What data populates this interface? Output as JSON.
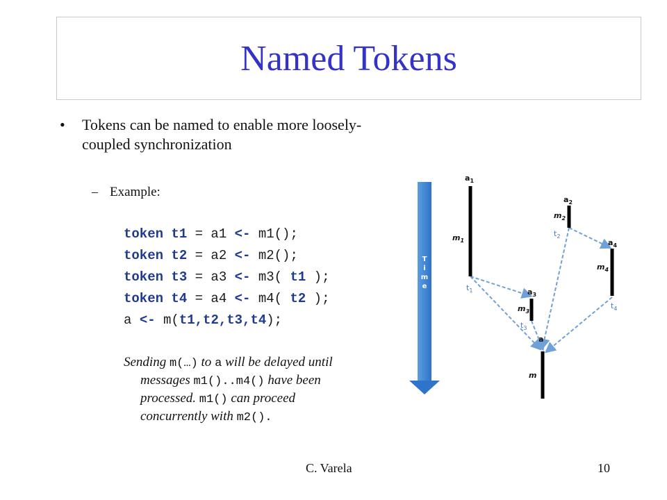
{
  "slide": {
    "title": "Named Tokens",
    "bullet": "Tokens can be named to enable more loosely-coupled synchronization",
    "sub_label": "Example:",
    "code": [
      {
        "kw": "token t1",
        "rest": " = a1 ",
        "op": "<-",
        "call": " m1();"
      },
      {
        "kw": "token t2",
        "rest": " = a2 ",
        "op": "<-",
        "call": " m2();"
      },
      {
        "kw": "token t3",
        "rest": " = a3 ",
        "op": "<-",
        "call": " m3( ",
        "arg": "t1",
        "end": " );"
      },
      {
        "kw": "token t4",
        "rest": " = a4 ",
        "op": "<-",
        "call": " m4( ",
        "arg": "t2",
        "end": " );"
      }
    ],
    "final_line": {
      "a": "a ",
      "op": "<-",
      "m": " m(",
      "args": "t1,t2,t3,t4",
      "end": ");"
    },
    "note": {
      "p1": "Sending ",
      "m": "m(…)",
      "p2": " to ",
      "a": "a",
      "p3": " will be delayed until",
      "p4": "messages ",
      "m1m4": "m1()..m4()",
      "p5": " have been",
      "p6": "processed.  ",
      "m1": "m1()",
      "p7": " can proceed",
      "p8": "concurrently with ",
      "m2": "m2().",
      "p9": ""
    },
    "footer_author": "C. Varela",
    "page_number": "10"
  },
  "diagram": {
    "time_label": "Time",
    "actors": [
      "a1",
      "a2",
      "a3",
      "a4",
      "a"
    ],
    "messages": [
      "m1",
      "m2",
      "m3",
      "m4",
      "m"
    ],
    "tokens": [
      "t1",
      "t2",
      "t3",
      "t4"
    ],
    "colors": {
      "arrow": "#4a90e2",
      "dashed": "#6fa0d8",
      "title": "#3333cc"
    }
  }
}
